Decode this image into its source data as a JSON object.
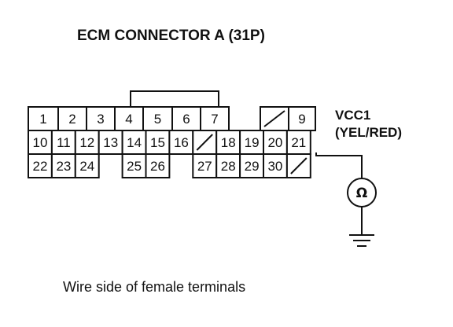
{
  "title": "ECM CONNECTOR A (31P)",
  "caption": "Wire side of female terminals",
  "signal": {
    "name": "VCC1",
    "wire_color": "(YEL/RED)",
    "terminal": "21"
  },
  "meter": {
    "symbol": "Ω",
    "symbol_name": "ohm-icon"
  },
  "connector": {
    "rows": [
      [
        {
          "label": "1"
        },
        {
          "label": "2"
        },
        {
          "label": "3"
        },
        {
          "label": "4"
        },
        {
          "label": "5"
        },
        {
          "label": "6"
        },
        {
          "label": "7"
        },
        {
          "empty": true
        },
        {
          "unused": true
        },
        {
          "label": "9"
        }
      ],
      [
        {
          "label": "10"
        },
        {
          "label": "11"
        },
        {
          "label": "12"
        },
        {
          "label": "13"
        },
        {
          "label": "14"
        },
        {
          "label": "15"
        },
        {
          "label": "16"
        },
        {
          "unused": true
        },
        {
          "label": "18"
        },
        {
          "label": "19"
        },
        {
          "label": "20"
        },
        {
          "label": "21"
        }
      ],
      [
        {
          "label": "22"
        },
        {
          "label": "23"
        },
        {
          "label": "24"
        },
        {
          "empty": true
        },
        {
          "label": "25"
        },
        {
          "label": "26"
        },
        {
          "empty": true
        },
        {
          "label": "27"
        },
        {
          "label": "28"
        },
        {
          "label": "29"
        },
        {
          "label": "30"
        },
        {
          "unused": true
        }
      ]
    ]
  },
  "colors": {
    "ink": "#111111",
    "background": "#ffffff"
  }
}
